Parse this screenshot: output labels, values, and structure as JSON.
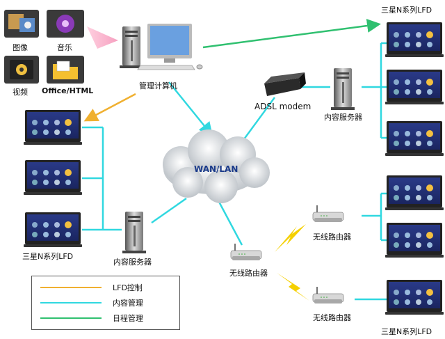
{
  "media": {
    "image_label": "图像",
    "music_label": "音乐",
    "video_label": "视频",
    "office_label": "Office/HTML"
  },
  "nodes": {
    "mgmt_pc_label": "管理计算机",
    "adsl_label": "ADSL modem",
    "server_right_label": "内容服务器",
    "server_left_label": "内容服务器",
    "cloud_label": "WAN/LAN",
    "router_center_label": "无线路由器",
    "router_upper_label": "无线路由器",
    "router_lower_label": "无线路由器",
    "lfd_top_right_label": "三星N系列LFD",
    "lfd_left_label": "三星N系列LFD",
    "lfd_bottom_right_label": "三星N系列LFD"
  },
  "legend": {
    "items": [
      {
        "label": "LFD控制",
        "color": "#f0b030"
      },
      {
        "label": "内容管理",
        "color": "#30d8e0"
      },
      {
        "label": "日程管理",
        "color": "#30c070"
      }
    ]
  },
  "colors": {
    "control": "#f0b030",
    "content": "#30d8e0",
    "schedule": "#30c070",
    "wireless": "#f5d000"
  }
}
